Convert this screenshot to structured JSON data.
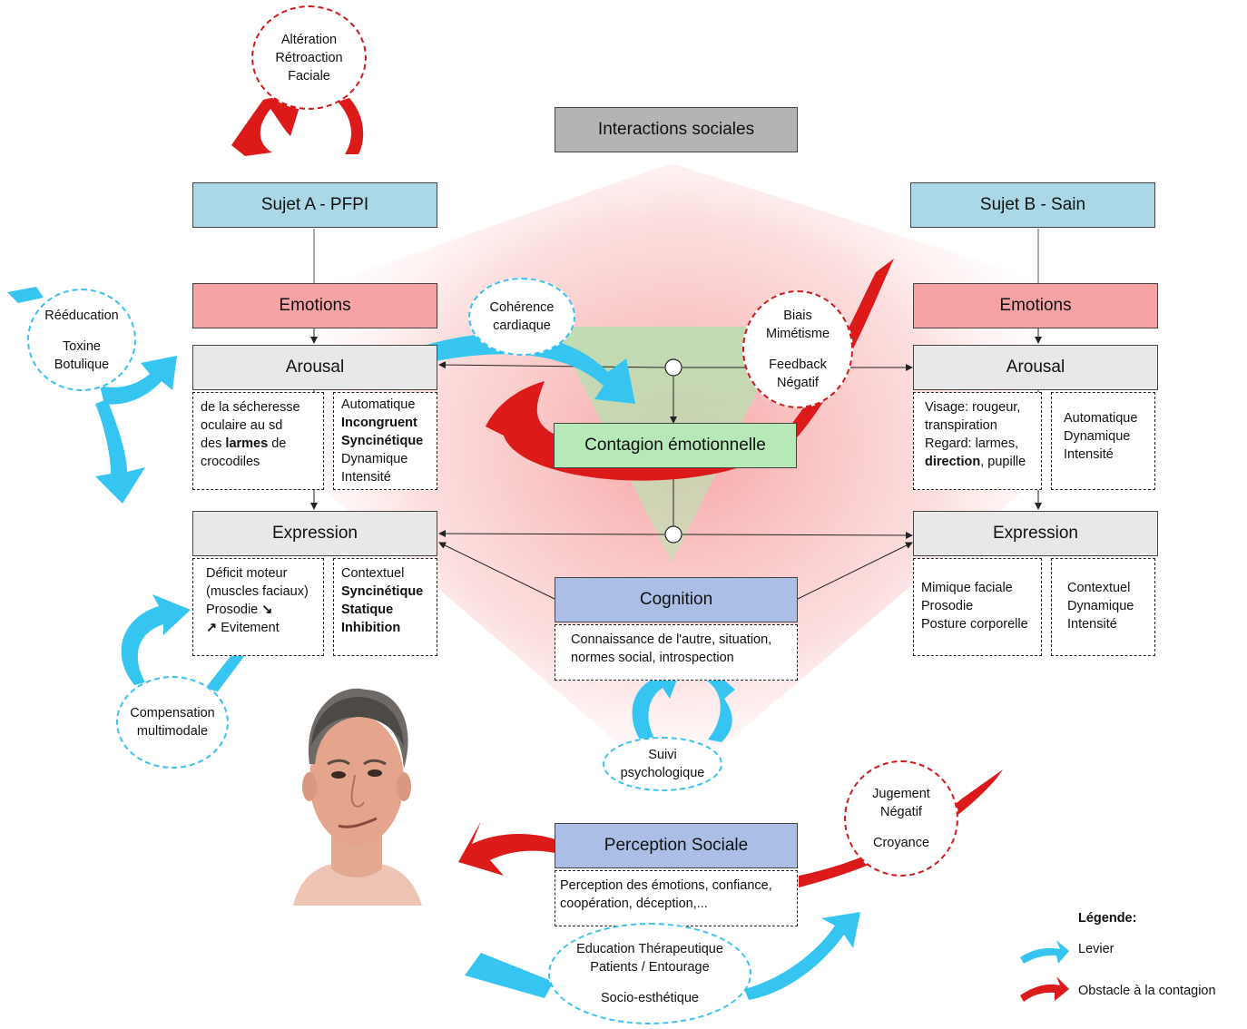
{
  "title": "Interactions sociales",
  "subject_a": {
    "label": "Sujet A - PFPI",
    "emotions": "Emotions",
    "arousal": "Arousal",
    "arousal_left": [
      "de la sécheresse",
      "oculaire au sd",
      "des ",
      "larmes",
      " de",
      "crocodiles"
    ],
    "arousal_right": [
      "Automatique",
      "Incongruent",
      "Syncinétique",
      "Dynamique",
      "Intensité"
    ],
    "expression": "Expression",
    "expression_left": [
      "Déficit moteur",
      "(muscles faciaux)",
      "Prosodie",
      "Evitement"
    ],
    "expression_right": [
      "Contextuel",
      "Syncinétique",
      "Statique",
      "Inhibition"
    ]
  },
  "subject_b": {
    "label": "Sujet B - Sain",
    "emotions": "Emotions",
    "arousal": "Arousal",
    "arousal_left": [
      "Visage: rougeur,",
      "transpiration",
      "Regard: larmes,",
      "direction",
      ", pupille"
    ],
    "arousal_right": [
      "Automatique",
      "Dynamique",
      "Intensité"
    ],
    "expression": "Expression",
    "expression_left": [
      "Mimique faciale",
      "Prosodie",
      "Posture corporelle"
    ],
    "expression_right": [
      "Contextuel",
      "Dynamique",
      "Intensité"
    ]
  },
  "contagion": "Contagion émotionnelle",
  "cognition": {
    "label": "Cognition",
    "detail": [
      "Connaissance de l'autre, situation,",
      "normes social, introspection"
    ]
  },
  "perception": {
    "label": "Perception Sociale",
    "detail": [
      "Perception des émotions, confiance,",
      "coopération, déception,..."
    ]
  },
  "circles": {
    "alteration": [
      "Altération",
      "Rétroaction",
      "Faciale"
    ],
    "reeducation": [
      "Rééducation",
      "Toxine",
      "Botulique"
    ],
    "coherence": [
      "Cohérence",
      "cardiaque"
    ],
    "biais": [
      "Biais",
      "Mimétisme",
      "Feedback",
      "Négatif"
    ],
    "compensation": [
      "Compensation",
      "multimodale"
    ],
    "suivi": [
      "Suivi",
      "psychologique"
    ],
    "jugement": [
      "Jugement",
      "Négatif",
      "Croyance"
    ],
    "education": [
      "Education Thérapeutique",
      "Patients / Entourage",
      "Socio-esthétique"
    ]
  },
  "legend": {
    "title": "Légende:",
    "lever": "Levier",
    "obstacle": "Obstacle à la contagion"
  },
  "colors": {
    "lever": "#35c5f0",
    "obstacle": "#dd1a1a",
    "subject_box": "#abd8e6",
    "emotions_box": "#f6a3a6",
    "contagion_box": "#b6e8b8",
    "cognition_box": "#abbfe6"
  },
  "icons": [
    "arrow-down-right-icon",
    "arrow-up-right-icon",
    "face-illustration"
  ]
}
